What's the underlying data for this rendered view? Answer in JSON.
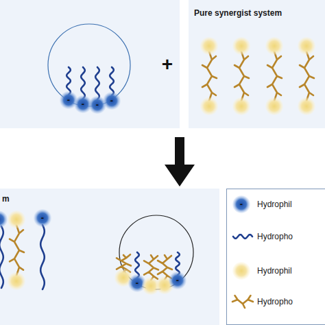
{
  "diagram": {
    "nodes": [
      {
        "text": [
          "Pure synergist system"
        ]
      },
      {
        "text": [
          "m"
        ]
      }
    ],
    "labels": [
      "+",
      "-",
      "-",
      "-",
      "-",
      "-",
      "-",
      "-",
      "-"
    ],
    "legend": [
      {
        "text": "Hydrophil"
      },
      {
        "text": "Hydropho"
      },
      {
        "text": "Hydrophil"
      },
      {
        "text": "Hydropho"
      }
    ]
  }
}
